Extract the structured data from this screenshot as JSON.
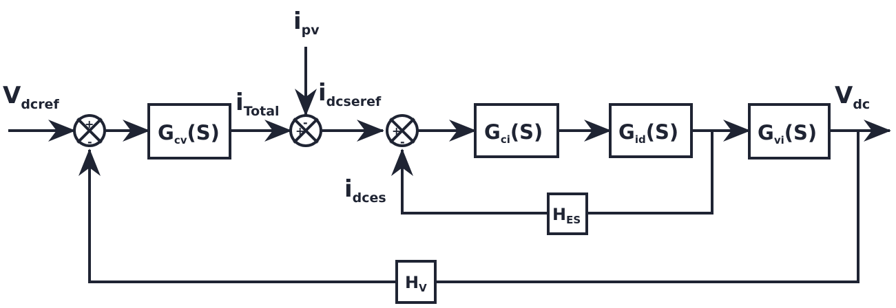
{
  "colors": {
    "ink": "#1f2433",
    "background": "#ffffff"
  },
  "signals": {
    "vdcref": {
      "main": "V",
      "sub": "dcref"
    },
    "ipv": {
      "main": "i",
      "sub": "pv"
    },
    "itotal": {
      "main": "i",
      "sub": "Total"
    },
    "idcseref": {
      "main": "i",
      "sub": "dcseref"
    },
    "idces": {
      "main": "i",
      "sub": "dces"
    },
    "vdc": {
      "main": "V",
      "sub": "dc"
    }
  },
  "blocks": {
    "gcv": {
      "main": "G",
      "sub": "cv",
      "arg": "(S)"
    },
    "gci": {
      "main": "G",
      "sub": "ci",
      "arg": "(S)"
    },
    "gid": {
      "main": "G",
      "sub": "id",
      "arg": "(S)"
    },
    "gvi": {
      "main": "G",
      "sub": "vi",
      "arg": "(S)"
    },
    "hes": {
      "main": "H",
      "sub": "ES"
    },
    "hv": {
      "main": "H",
      "sub": "V"
    }
  },
  "summing_junctions": {
    "sum1": {
      "top": "+",
      "bottom": "-"
    },
    "sum2": {
      "left": "+",
      "top": "-"
    },
    "sum3": {
      "left": "+",
      "bottom": "-"
    }
  }
}
